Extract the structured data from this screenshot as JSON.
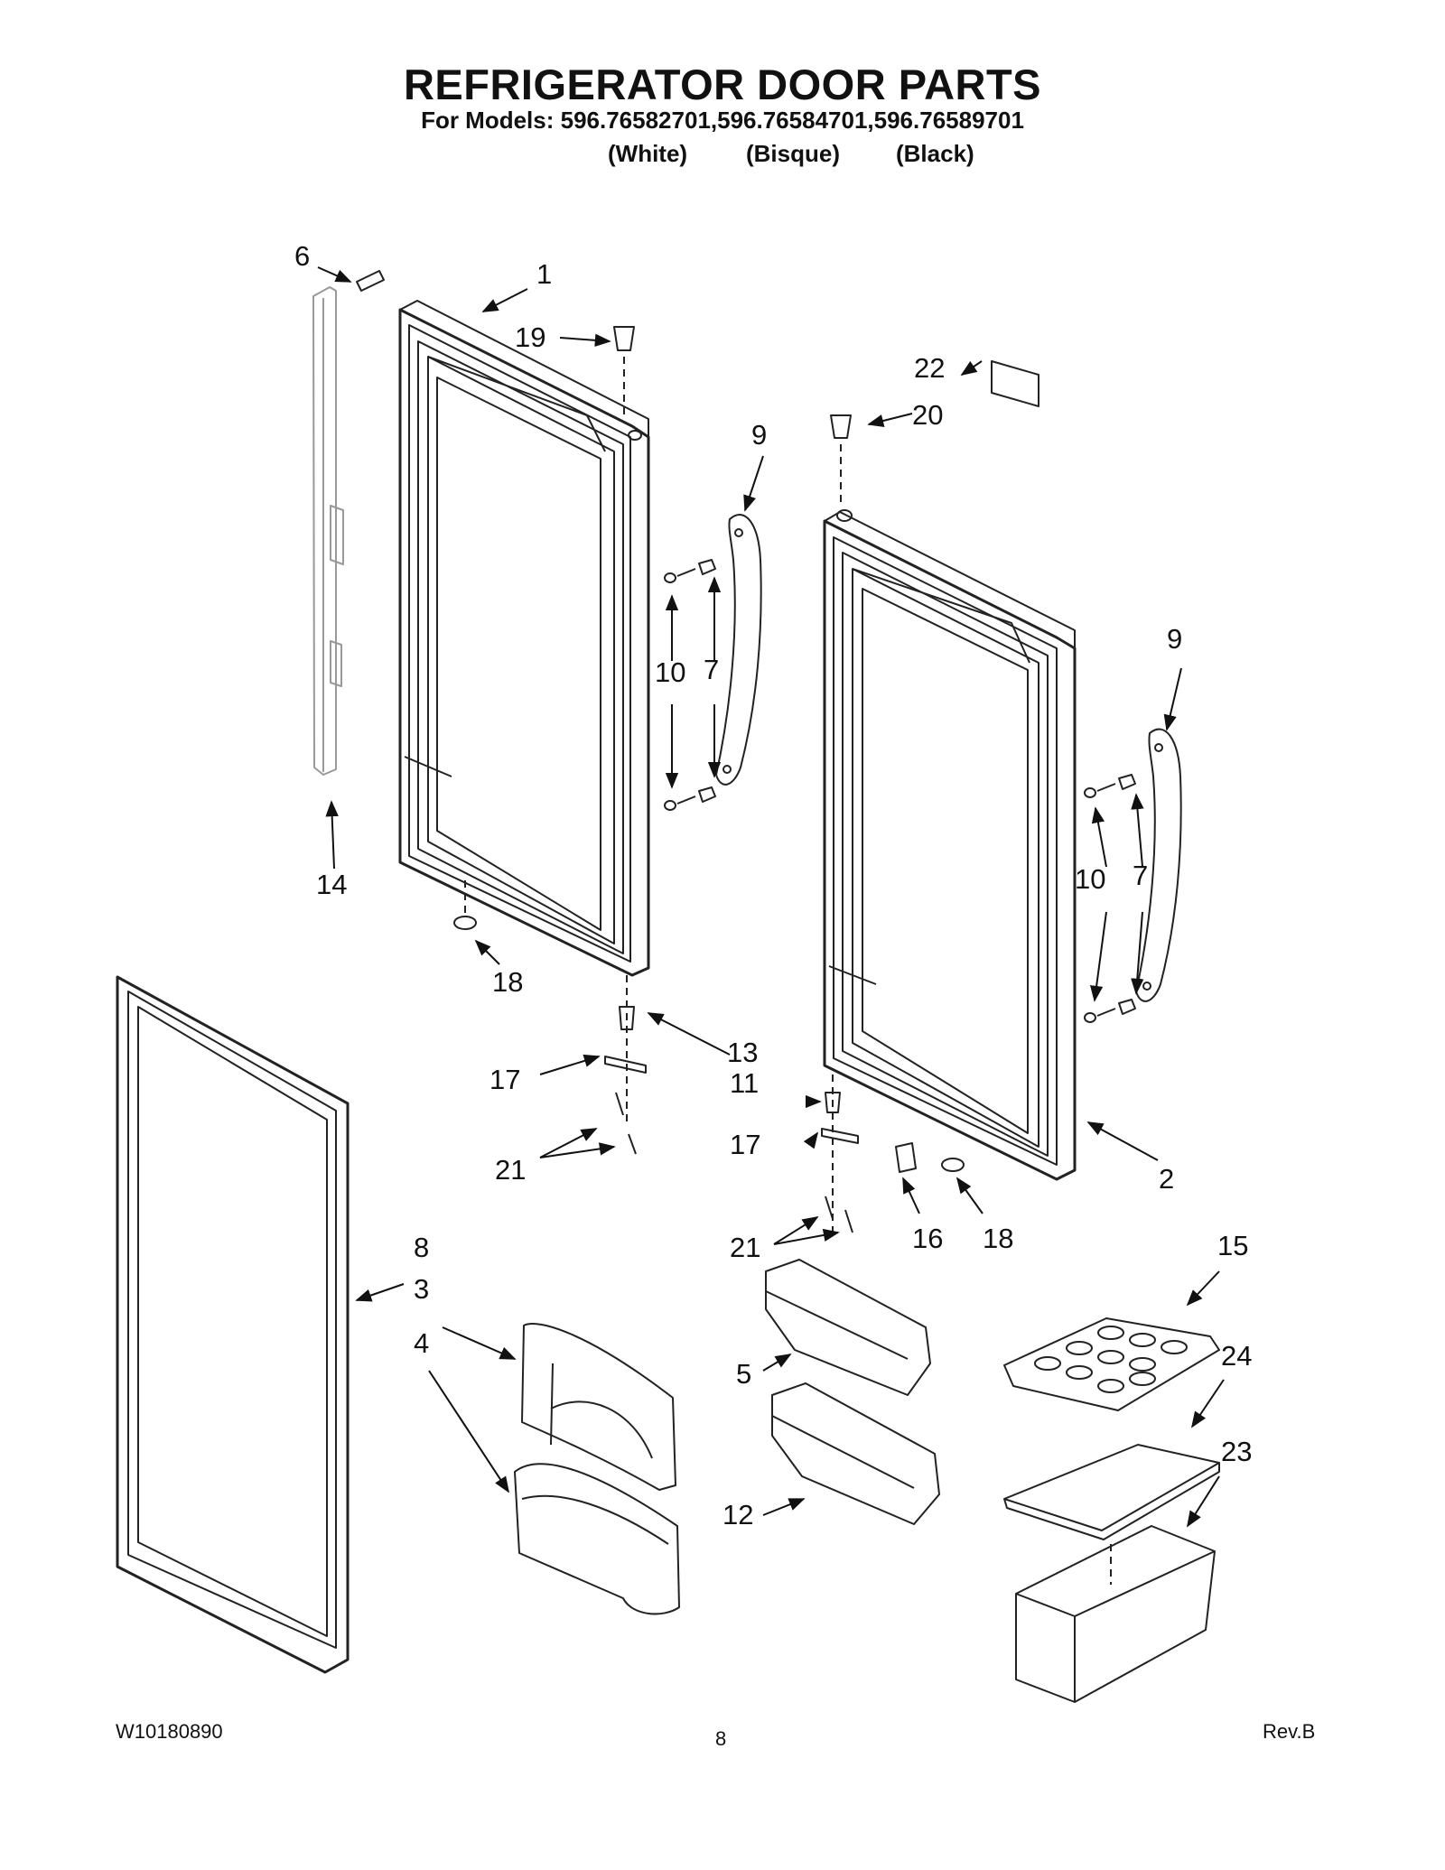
{
  "header": {
    "title": "REFRIGERATOR DOOR PARTS",
    "models": "For Models: 596.76582701,596.76584701,596.76589701",
    "variants": [
      "(White)",
      "(Bisque)",
      "(Black)"
    ]
  },
  "callouts": {
    "c1": "1",
    "c2": "2",
    "c3": "3",
    "c4": "4",
    "c5": "5",
    "c6": "6",
    "c7a": "7",
    "c7b": "7",
    "c8": "8",
    "c9a": "9",
    "c9b": "9",
    "c10a": "10",
    "c10b": "10",
    "c11": "11",
    "c12": "12",
    "c13": "13",
    "c14": "14",
    "c15": "15",
    "c16": "16",
    "c17a": "17",
    "c17b": "17",
    "c18a": "18",
    "c18b": "18",
    "c19": "19",
    "c20": "20",
    "c21a": "21",
    "c21b": "21",
    "c22": "22",
    "c23": "23",
    "c24": "24"
  },
  "footer": {
    "doc_number": "W10180890",
    "page": "8",
    "revision": "Rev.B"
  }
}
